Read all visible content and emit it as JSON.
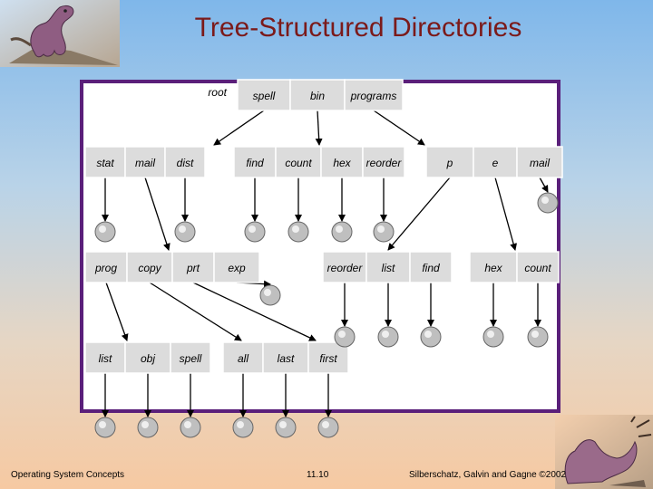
{
  "title": "Tree-Structured Directories",
  "footer": {
    "left": "Operating System Concepts",
    "center": "11.10",
    "right": "Silberschatz, Galvin and Gagne ©2002"
  },
  "tree": {
    "root_label": "root",
    "groups": [
      {
        "id": "g_root",
        "cells": [
          "spell",
          "bin",
          "programs"
        ]
      },
      {
        "id": "g2a",
        "cells": [
          "stat",
          "mail",
          "dist"
        ]
      },
      {
        "id": "g2b",
        "cells": [
          "find",
          "count",
          "hex",
          "reorder"
        ]
      },
      {
        "id": "g2c",
        "cells": [
          "p",
          "e",
          "mail"
        ]
      },
      {
        "id": "g3a",
        "cells": [
          "prog",
          "copy",
          "prt",
          "exp"
        ]
      },
      {
        "id": "g3b",
        "cells": [
          "reorder",
          "list",
          "find"
        ]
      },
      {
        "id": "g3c",
        "cells": [
          "hex",
          "count"
        ]
      },
      {
        "id": "g4a",
        "cells": [
          "list",
          "obj",
          "spell"
        ]
      },
      {
        "id": "g4b",
        "cells": [
          "all",
          "last",
          "first"
        ]
      }
    ],
    "edges": [
      {
        "from": "g_root.0",
        "to": "g2a"
      },
      {
        "from": "g_root.1",
        "to": "g2b"
      },
      {
        "from": "g_root.2",
        "to": "g2c"
      },
      {
        "from": "g2a.0",
        "to": "file"
      },
      {
        "from": "g2a.1",
        "to": "g3a"
      },
      {
        "from": "g2a.2",
        "to": "file"
      },
      {
        "from": "g2b.0",
        "to": "file"
      },
      {
        "from": "g2b.1",
        "to": "file"
      },
      {
        "from": "g2b.2",
        "to": "file"
      },
      {
        "from": "g2b.3",
        "to": "file"
      },
      {
        "from": "g2c.0",
        "to": "g3b"
      },
      {
        "from": "g2c.1",
        "to": "g3c"
      },
      {
        "from": "g2c.2",
        "to": "file"
      },
      {
        "from": "g3a.0",
        "to": "g4a"
      },
      {
        "from": "g3a.1",
        "to": "g4b"
      },
      {
        "from": "g3a.2",
        "to": "g4b"
      },
      {
        "from": "g3a.3",
        "to": "file"
      },
      {
        "from": "g3b.0",
        "to": "file"
      },
      {
        "from": "g3b.1",
        "to": "file"
      },
      {
        "from": "g3b.2",
        "to": "file"
      },
      {
        "from": "g3c.0",
        "to": "file"
      },
      {
        "from": "g3c.1",
        "to": "file"
      },
      {
        "from": "g4a.0",
        "to": "file"
      },
      {
        "from": "g4a.1",
        "to": "file"
      },
      {
        "from": "g4a.2",
        "to": "file"
      },
      {
        "from": "g4b.0",
        "to": "file"
      },
      {
        "from": "g4b.1",
        "to": "file"
      },
      {
        "from": "g4b.2",
        "to": "file"
      }
    ],
    "colors": {
      "cell_fill": "#dcdcdc",
      "frame_border": "#5a1f7a",
      "title": "#7b1a1a"
    }
  }
}
